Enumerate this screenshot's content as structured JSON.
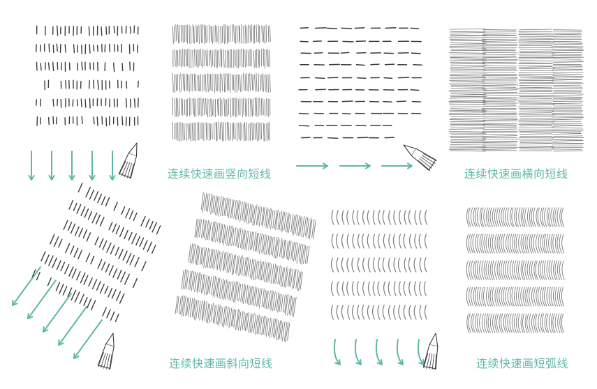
{
  "captions": {
    "vertical": "连续快速画竖向短线",
    "horizontal": "连续快速画横向短线",
    "diagonal": "连续快速画斜向短线",
    "arc": "连续快速画短弧线"
  },
  "colors": {
    "accent": "#5fb7a7",
    "stroke": "#3a3a3a",
    "stroke_light": "#7a7a7a"
  },
  "icons": [
    "down-arrow-icon",
    "right-arrow-icon",
    "diagonal-arrow-icon",
    "curved-arrow-icon",
    "pencil-icon"
  ]
}
